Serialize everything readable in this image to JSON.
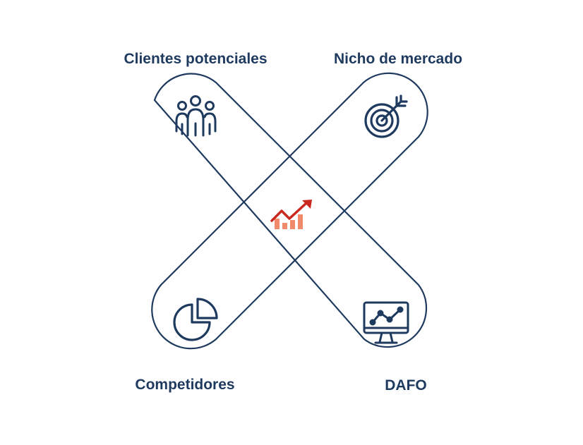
{
  "labels": {
    "top_left": "Clientes potenciales",
    "top_right": "Nicho de mercado",
    "bottom_left": "Competidores",
    "bottom_right": "DAFO"
  },
  "colors": {
    "outline": "#1f3a5f",
    "text": "#1f3a5f",
    "accent_red": "#c8281e",
    "accent_salmon": "#f08a6a"
  },
  "icons": {
    "top_left": "people-group-icon",
    "top_right": "target-arrow-icon",
    "bottom_left": "pie-chart-icon",
    "bottom_right": "monitor-line-chart-icon",
    "center": "growth-bar-chart-icon"
  }
}
